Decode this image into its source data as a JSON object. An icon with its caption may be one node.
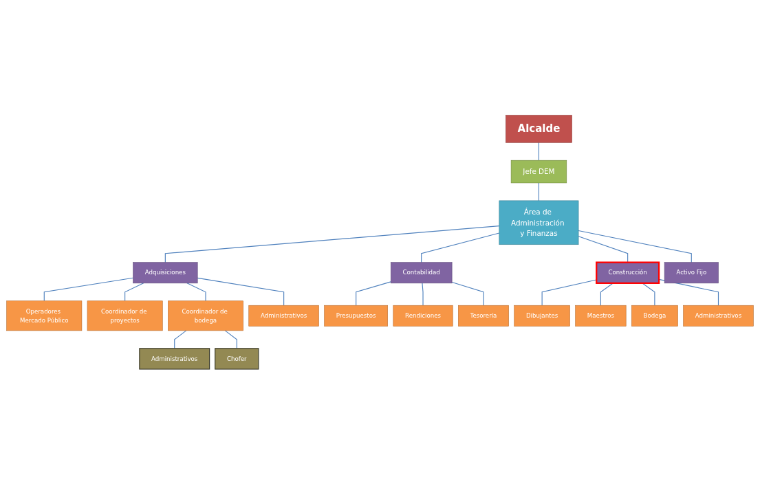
{
  "diagram": {
    "nodes": [
      {
        "text": [
          "Alcalde"
        ]
      },
      {
        "text": [
          "Jefe DEM"
        ]
      },
      {
        "text": [
          "Área de Administración y Finanzas"
        ]
      },
      {
        "text": [
          "Adquisiciones"
        ]
      },
      {
        "text": [
          "Contabilidad"
        ]
      },
      {
        "text": [
          "Construcción"
        ]
      },
      {
        "text": [
          "Activo Fijo"
        ]
      },
      {
        "text": [
          "Operadores Mercado Público"
        ]
      },
      {
        "text": [
          "Coordinador de proyectos"
        ]
      },
      {
        "text": [
          "Coordinador de bodega"
        ]
      },
      {
        "text": [
          "Administrativos"
        ]
      },
      {
        "text": [
          "Chofer"
        ]
      },
      {
        "text": [
          "Administrativos"
        ]
      },
      {
        "text": [
          "Presupuestos"
        ]
      },
      {
        "text": [
          "Rendiciones"
        ]
      },
      {
        "text": [
          "Tesorería"
        ]
      },
      {
        "text": [
          "Dibujantes"
        ]
      },
      {
        "text": [
          "Maestros"
        ]
      },
      {
        "text": [
          "Bodega"
        ]
      },
      {
        "text": [
          "Administrativos"
        ]
      }
    ],
    "edges": [
      {
        "from": 0,
        "to": 1,
        "arrow": "none"
      },
      {
        "from": 1,
        "to": 2,
        "arrow": "none"
      },
      {
        "from": 2,
        "to": 3,
        "arrow": "none"
      },
      {
        "from": 2,
        "to": 4,
        "arrow": "none"
      },
      {
        "from": 2,
        "to": 5,
        "arrow": "none"
      },
      {
        "from": 2,
        "to": 6,
        "arrow": "none"
      },
      {
        "from": 3,
        "to": 7,
        "arrow": "none"
      },
      {
        "from": 3,
        "to": 8,
        "arrow": "none"
      },
      {
        "from": 3,
        "to": 9,
        "arrow": "none"
      },
      {
        "from": 9,
        "to": 10,
        "arrow": "none"
      },
      {
        "from": 9,
        "to": 11,
        "arrow": "none"
      },
      {
        "from": 3,
        "to": 12,
        "arrow": "none"
      },
      {
        "from": 4,
        "to": 13,
        "arrow": "none"
      },
      {
        "from": 4,
        "to": 14,
        "arrow": "none"
      },
      {
        "from": 4,
        "to": 15,
        "arrow": "none"
      },
      {
        "from": 5,
        "to": 16,
        "arrow": "none"
      },
      {
        "from": 5,
        "to": 17,
        "arrow": "none"
      },
      {
        "from": 5,
        "to": 18,
        "arrow": "none"
      },
      {
        "from": 5,
        "to": 19,
        "arrow": "none"
      }
    ]
  }
}
